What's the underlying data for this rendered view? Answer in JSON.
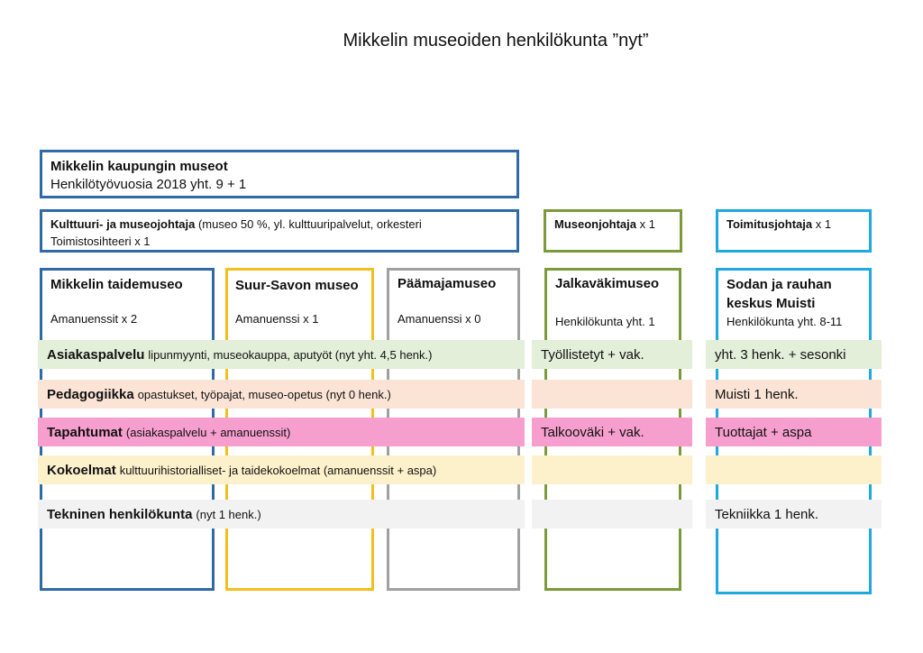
{
  "title": "Mikkelin museoiden henkilökunta ”nyt”",
  "city_box": {
    "name": "Mikkelin kaupungin museot",
    "line2": "Henkilötyövuosia 2018 yht. 9 + 1"
  },
  "director_box": {
    "role": "Kulttuuri- ja museojohtaja",
    "detail": " (museo 50 %, yl. kulttuuripalvelut, orkesteri",
    "line2": "Toimistosihteeri x 1"
  },
  "museum_director": {
    "role": "Museonjohtaja",
    "count": " x 1"
  },
  "ceo": {
    "role": "Toimitusjohtaja",
    "count": " x 1"
  },
  "museums": [
    {
      "name": "Mikkelin taidemuseo",
      "staff": "Amanuenssit x 2"
    },
    {
      "name": "Suur-Savon museo",
      "staff": "Amanuenssi x 1"
    },
    {
      "name": "Päämajamuseo",
      "staff": "Amanuenssi x 0"
    },
    {
      "name": "Jalkaväkimuseo",
      "staff": "Henkilökunta yht. 1"
    },
    {
      "name": "Sodan ja rauhan",
      "name2": "keskus Muisti",
      "staff": "Henkilökunta yht. 8-11"
    }
  ],
  "rows": [
    {
      "label": "Asiakaspalvelu",
      "detail": "lipunmyynti, museokauppa, aputyöt (nyt yht. 4,5 henk.)",
      "col2": "Työllistetyt + vak.",
      "col3": "yht. 3 henk. + sesonki"
    },
    {
      "label": "Pedagogiikka",
      "detail": "opastukset, työpajat, museo-opetus (nyt 0 henk.)",
      "col2": "",
      "col3": "Muisti 1 henk."
    },
    {
      "label": "Tapahtumat",
      "detail": "(asiakaspalvelu + amanuenssit)",
      "col2": "Talkooväki + vak.",
      "col3": "Tuottajat + aspa"
    },
    {
      "label": "Kokoelmat",
      "detail": "kulttuurihistorialliset-  ja taidekokoelmat (amanuenssit + aspa)",
      "col2": "",
      "col3": ""
    },
    {
      "label": "Tekninen henkilökunta",
      "detail": "(nyt 1 henk.)",
      "col2": "",
      "col3": "Tekniikka 1 henk."
    }
  ],
  "colors": {
    "blue": "#2e6aa8",
    "yellow": "#f2bf1d",
    "gray": "#a0a0a0",
    "green": "#7c9a3a",
    "cyan": "#1ea8e0",
    "row_asiakaspalvelu": "#e3efd9",
    "row_pedagogiikka": "#fbe4d6",
    "row_tapahtumat": "#f69fcf",
    "row_kokoelmat": "#fdf1cc",
    "row_tekninen": "#f2f2f2"
  }
}
